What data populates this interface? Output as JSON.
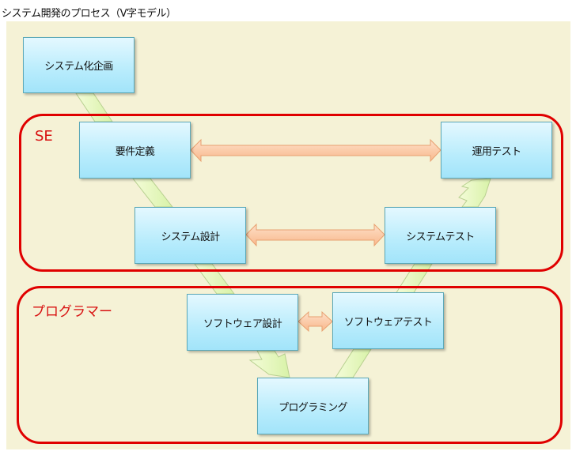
{
  "title": "システム開発のプロセス（V字モデル）",
  "regions": {
    "se": {
      "label": "SE"
    },
    "programmer": {
      "label": "プログラマー"
    }
  },
  "steps": {
    "planning": "システム化企画",
    "requirements": "要件定義",
    "operation_test": "運用テスト",
    "system_design": "システム設計",
    "system_test": "システムテスト",
    "software_design": "ソフトウェア設計",
    "software_test": "ソフトウェアテスト",
    "programming": "プログラミング"
  },
  "correspondences": [
    {
      "from": "requirements",
      "to": "operation_test"
    },
    {
      "from": "system_design",
      "to": "system_test"
    },
    {
      "from": "software_design",
      "to": "software_test"
    }
  ],
  "flow": [
    "planning",
    "requirements",
    "system_design",
    "software_design",
    "programming",
    "software_test",
    "system_test",
    "operation_test"
  ],
  "colors": {
    "background": "#f5f2d6",
    "region_border": "#e00000",
    "box_fill": "#b8ecfc",
    "box_border": "#5aa8b8",
    "flow_arrow": "#e2f8b8",
    "correspondence_arrow": "#fcc8a0"
  }
}
